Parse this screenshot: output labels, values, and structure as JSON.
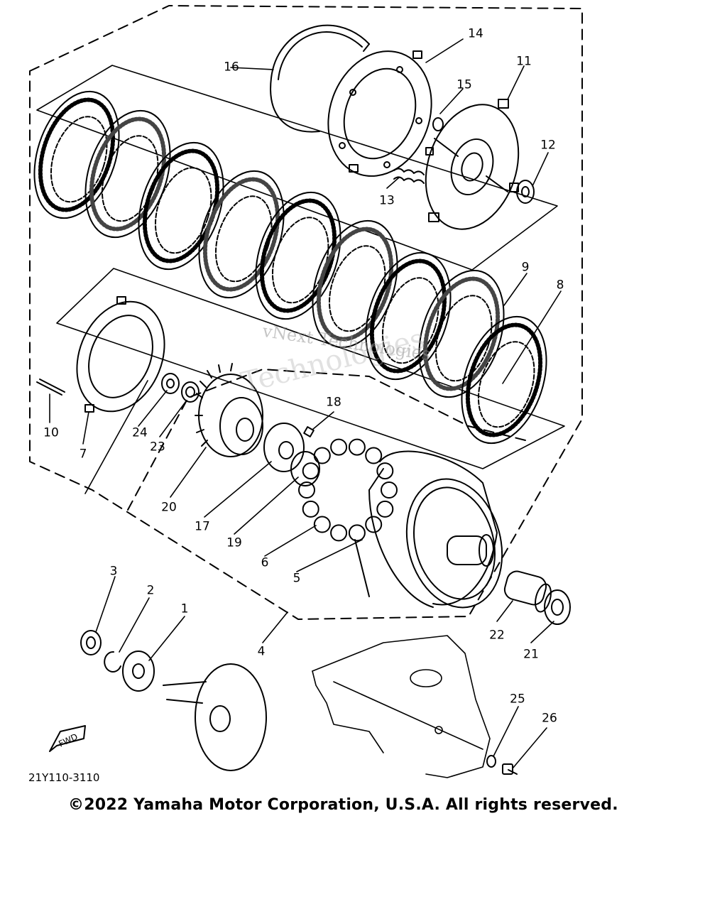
{
  "parts": {
    "p1": "1",
    "p2": "2",
    "p3": "3",
    "p4": "4",
    "p5": "5",
    "p6": "6",
    "p7": "7",
    "p8": "8",
    "p9": "9",
    "p10": "10",
    "p11": "11",
    "p12": "12",
    "p13": "13",
    "p14": "14",
    "p15": "15",
    "p16": "16",
    "p17": "17",
    "p18": "18",
    "p19": "19",
    "p20": "20",
    "p21": "21",
    "p22": "22",
    "p23": "23",
    "p24": "24",
    "p25": "25",
    "p26": "26"
  },
  "fwd_label": "FWD",
  "diagram_code": "21Y110-3110",
  "watermark_line1": "vNext Technologies",
  "watermark_line2": "Technologies",
  "copyright": "©2022 Yamaha Motor Corporation, U.S.A. All rights reserved."
}
